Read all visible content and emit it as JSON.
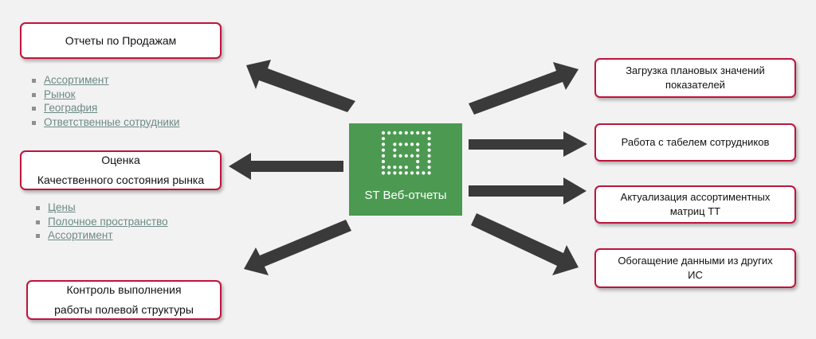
{
  "center": {
    "label": "ST Веб-отчеты",
    "logo": "dotted-grid-logo",
    "color": "#4c9a52"
  },
  "left": {
    "sales": {
      "title": "Отчеты по Продажам",
      "items": [
        "Ассортимент",
        "Рынок",
        "География",
        "Ответственные сотрудники"
      ]
    },
    "market": {
      "title_line1": "Оценка",
      "title_line2": "Качественного состояния рынка",
      "items": [
        "Цены",
        "Полочное пространство",
        "Ассортимент"
      ]
    },
    "control": {
      "title_line1": "Контроль выполнения",
      "title_line2": "работы полевой структуры"
    }
  },
  "right": {
    "plan": {
      "line1": "Загрузка плановых значений",
      "line2": "показателей"
    },
    "timesheet": {
      "line1": "Работа с табелем сотрудников"
    },
    "assortment": {
      "line1": "Актуализация ассортиментных",
      "line2": "матриц ТТ"
    },
    "enrich": {
      "line1": "Обогащение данными из других",
      "line2": "ИС"
    }
  },
  "colors": {
    "box_border": "#c0143c",
    "arrow": "#3a3a3a",
    "link": "#6c8a86",
    "background": "#f2f2f2"
  }
}
